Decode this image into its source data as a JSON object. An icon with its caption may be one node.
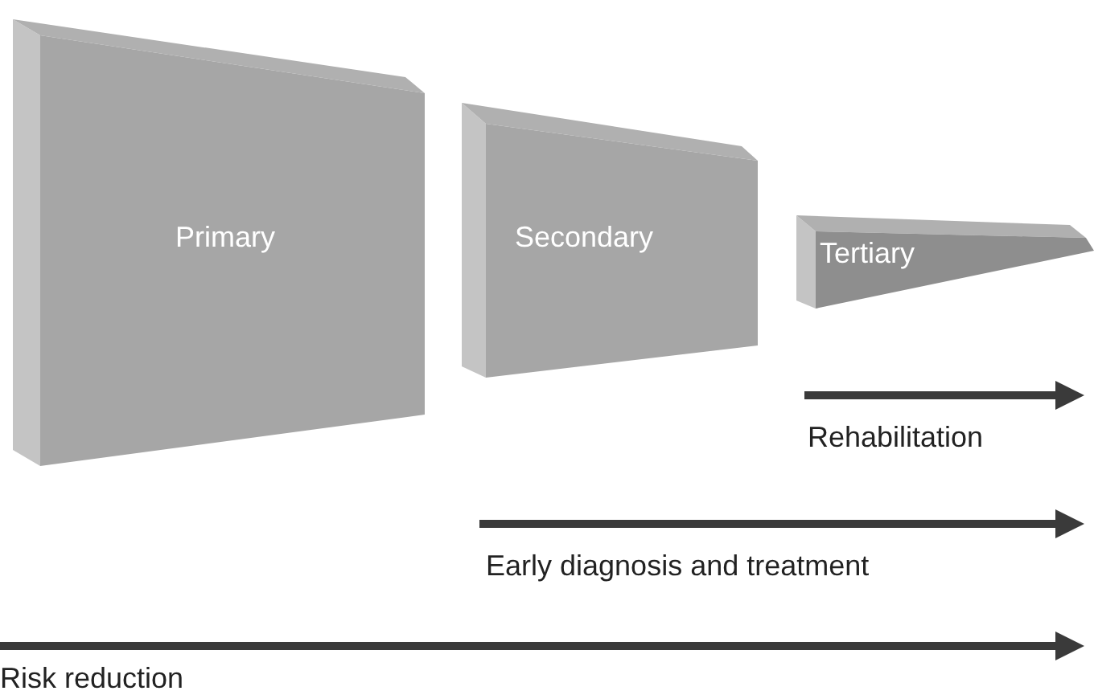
{
  "diagram": {
    "nodes": [
      {
        "text": [
          "Primary"
        ]
      },
      {
        "text": [
          "Secondary"
        ]
      },
      {
        "text": [
          "Tertiary"
        ]
      }
    ],
    "labels": [
      "Rehabilitation",
      "Early diagnosis and treatment",
      "Risk reduction"
    ]
  }
}
